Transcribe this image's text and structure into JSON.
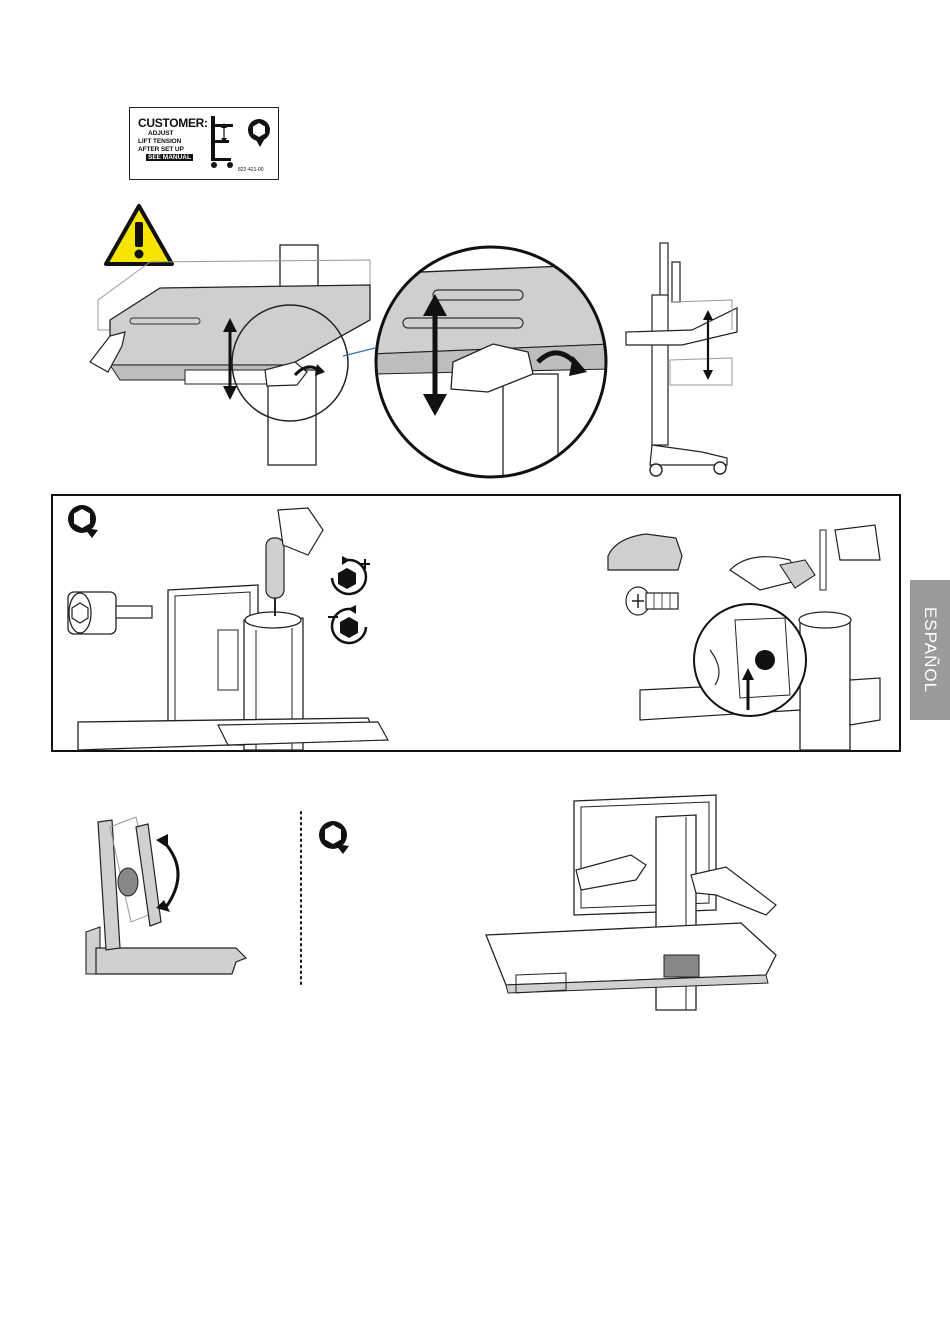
{
  "label": {
    "title": "CUSTOMER:",
    "line1": "ADJUST",
    "line2": "LIFT TENSION",
    "line3": "AFTER SET UP",
    "see_manual": "SEE MANUAL",
    "part_number": "822-421-00"
  },
  "side_tab": {
    "language": "ESPAÑOL"
  },
  "icons": {
    "warning": "warning-triangle-icon",
    "tighten": "hex-tighten-plus-icon",
    "loosen": "hex-loosen-minus-icon",
    "tool": "hex-key-tool-icon"
  },
  "colors": {
    "warning_fill": "#f6e500",
    "line": "#1a1a1a",
    "grey_fill": "#d0d0d0",
    "tab": "#9a9a9a"
  }
}
